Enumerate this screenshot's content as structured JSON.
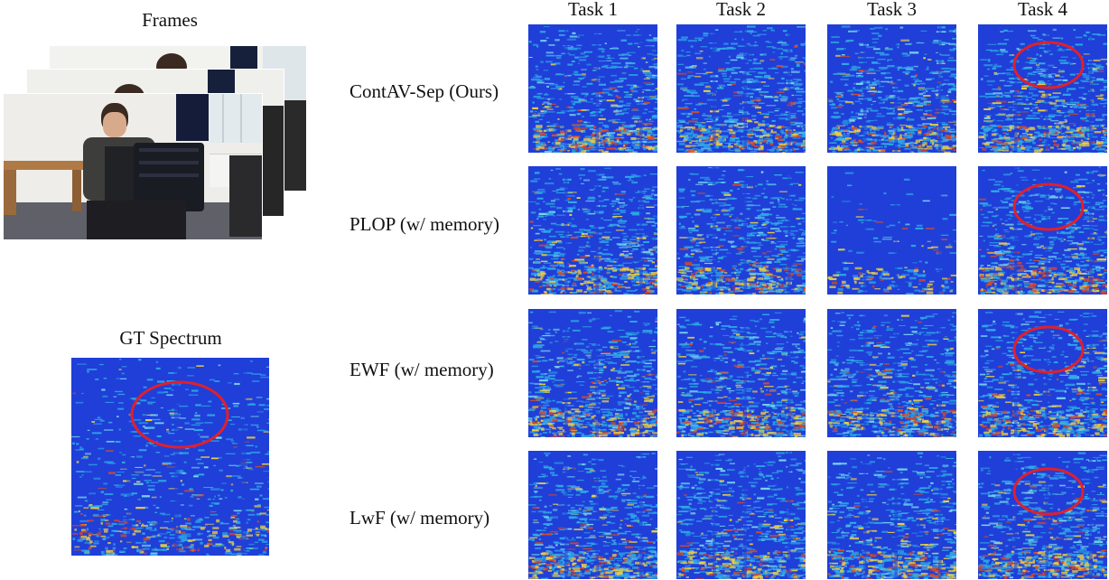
{
  "frames_title": "Frames",
  "gt_title": "GT Spectrum",
  "tasks": [
    "Task 1",
    "Task 2",
    "Task 3",
    "Task 4"
  ],
  "methods": [
    {
      "label": "ContAV-Sep (Ours)",
      "faded_task": null
    },
    {
      "label": "PLOP (w/ memory)",
      "faded_task": 3
    },
    {
      "label": "EWF (w/ memory)",
      "faded_task": null
    },
    {
      "label": "LwF (w/ memory)",
      "faded_task": null
    }
  ],
  "highlight_color": "#e0202a",
  "spectrum_colors": {
    "base": "#1f3fd8",
    "mid": "#2fa9e6",
    "hot": "#f0d040",
    "peak": "#e04a20"
  }
}
